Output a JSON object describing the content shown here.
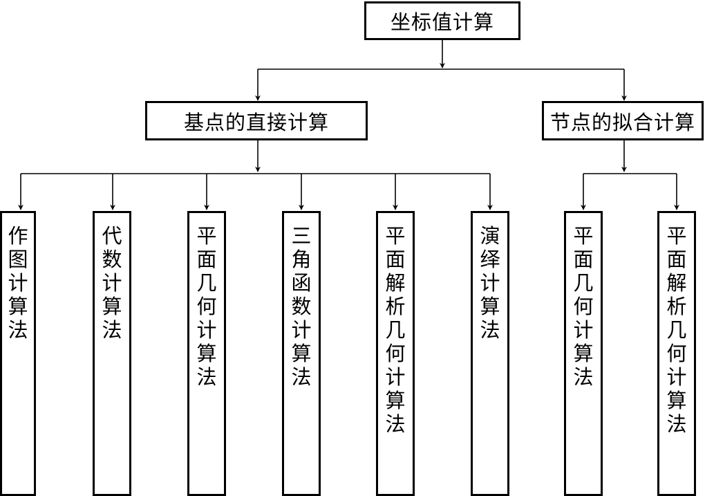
{
  "root": {
    "label": "坐标值计算"
  },
  "branches": [
    {
      "label": "基点的直接计算",
      "children": [
        "作图计算法",
        "代数计算法",
        "平面几何计算法",
        "三角函数计算法",
        "平面解析几何计算法",
        "演绎计算法"
      ]
    },
    {
      "label": "节点的拟合计算",
      "children": [
        "平面几何计算法",
        "平面解析几何计算法"
      ]
    }
  ]
}
